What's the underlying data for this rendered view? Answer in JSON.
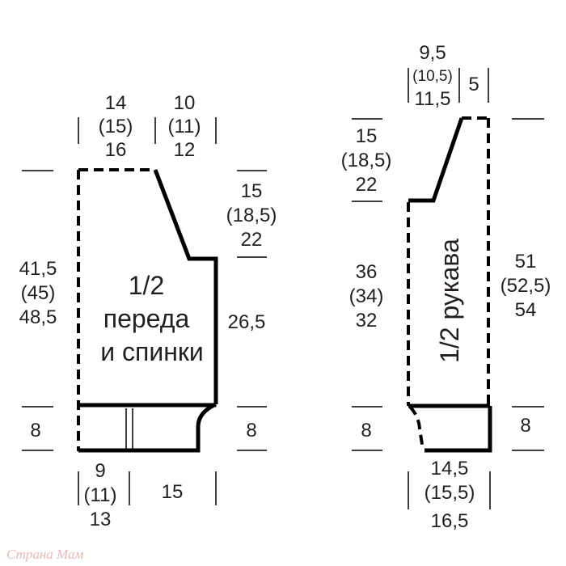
{
  "front_piece": {
    "title": [
      "1/2",
      "переда",
      "и спинки"
    ],
    "top_left_width": [
      "14",
      "(15)",
      "16"
    ],
    "top_right_width": [
      "10",
      "(11)",
      "12"
    ],
    "armhole_height": [
      "15",
      "(18,5)",
      "22"
    ],
    "total_height": [
      "41,5",
      "(45)",
      "48,5"
    ],
    "side_height": "26,5",
    "rib_left": "8",
    "rib_right": "8",
    "bottom_left_width": [
      "9",
      "(11)",
      "13"
    ],
    "bottom_right_width": "15"
  },
  "sleeve_piece": {
    "title": "1/2 рукава",
    "top_left_width": [
      "9,5",
      "(10,5)",
      "11,5"
    ],
    "top_right_width": "5",
    "cap_height": [
      "15",
      "(18,5)",
      "22"
    ],
    "left_height": [
      "36",
      "(34)",
      "32"
    ],
    "right_height": [
      "51",
      "(52,5)",
      "54"
    ],
    "rib_left": "8",
    "rib_right": "8",
    "bottom_width": [
      "14,5",
      "(15,5)",
      "16,5"
    ]
  },
  "watermark": "Страна Мам"
}
